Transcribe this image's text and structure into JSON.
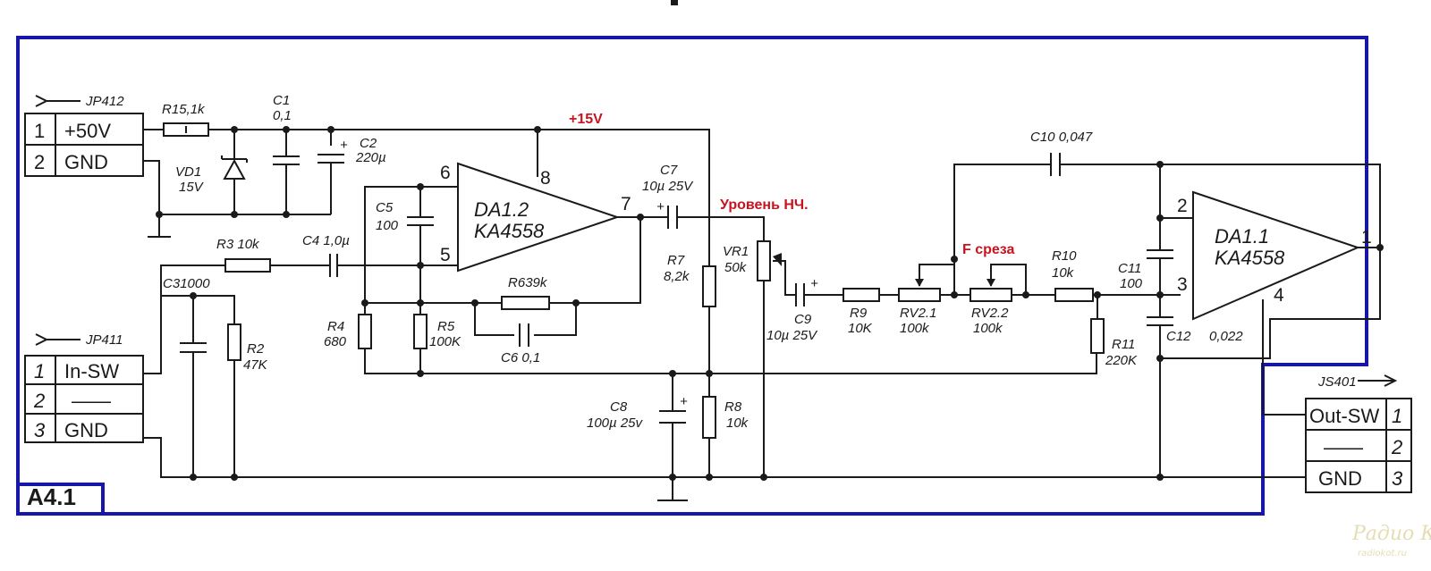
{
  "board": {
    "name": "A4.1"
  },
  "rail": {
    "label": "+15V",
    "color": "#c8141e"
  },
  "frame_color": "#1616a8",
  "connectors": {
    "jp412": {
      "name": "JP412",
      "pins": [
        {
          "num": "1",
          "label": "+50V"
        },
        {
          "num": "2",
          "label": "GND"
        }
      ]
    },
    "jp411": {
      "name": "JP411",
      "pins": [
        {
          "num": "1",
          "label": "In-SW"
        },
        {
          "num": "2",
          "label": "——"
        },
        {
          "num": "3",
          "label": "GND"
        }
      ]
    },
    "js401": {
      "name": "JS401",
      "pins": [
        {
          "num": "1",
          "label": "Out-SW"
        },
        {
          "num": "2",
          "label": "——"
        },
        {
          "num": "3",
          "label": "GND"
        }
      ]
    }
  },
  "opamps": {
    "da12": {
      "name": "DA1.2",
      "part": "KA4558",
      "pins": {
        "inv": "6",
        "noninv": "5",
        "out": "7",
        "vcc": "8"
      }
    },
    "da11": {
      "name": "DA1.1",
      "part": "KA4558",
      "pins": {
        "inv": "2",
        "noninv": "3",
        "out": "1",
        "vee": "4"
      }
    }
  },
  "components": {
    "r1": {
      "ref": "R1",
      "value": "5,1k"
    },
    "c1": {
      "ref": "C1",
      "value": "0,1"
    },
    "c2": {
      "ref": "C2",
      "value": "220µ",
      "polarity": "+"
    },
    "vd1": {
      "ref": "VD1",
      "value": "15V"
    },
    "c5": {
      "ref": "C5",
      "value": "100"
    },
    "r3": {
      "ref": "R3",
      "value": "10k"
    },
    "c4": {
      "ref": "C4",
      "value": "1,0µ"
    },
    "c3": {
      "ref": "C3",
      "value": "1000"
    },
    "r2": {
      "ref": "R2",
      "value": "47K"
    },
    "r4": {
      "ref": "R4",
      "value": "680"
    },
    "r5": {
      "ref": "R5",
      "value": "100K"
    },
    "r6": {
      "ref": "R6",
      "value": "39k"
    },
    "c6": {
      "ref": "C6",
      "value": "0,1"
    },
    "c7": {
      "ref": "C7",
      "value": "10µ 25V",
      "polarity": "+"
    },
    "r7": {
      "ref": "R7",
      "value": "8,2k"
    },
    "vr1": {
      "ref": "VR1",
      "value": "50k"
    },
    "c8": {
      "ref": "C8",
      "value": "100µ 25v",
      "polarity": "+"
    },
    "r8": {
      "ref": "R8",
      "value": "10k"
    },
    "c9": {
      "ref": "C9",
      "value": "10µ 25V",
      "polarity": "+"
    },
    "r9": {
      "ref": "R9",
      "value": "10K"
    },
    "rv21": {
      "ref": "RV2.1",
      "value": "100k"
    },
    "rv22": {
      "ref": "RV2.2",
      "value": "100k"
    },
    "r10": {
      "ref": "R10",
      "value": "10k"
    },
    "r11": {
      "ref": "R11",
      "value": "220K"
    },
    "c10": {
      "ref": "C10",
      "value": "0,047"
    },
    "c11": {
      "ref": "C11",
      "value": "100"
    },
    "c12": {
      "ref": "C12",
      "value": "0,022"
    }
  },
  "annotations": {
    "level": {
      "text": "Уровень НЧ.",
      "color": "#c8141e"
    },
    "cutoff": {
      "text": "F среза",
      "color": "#c8141e"
    }
  },
  "watermark": {
    "line1": "Радио КОТ",
    "line2": "radiokot.ru"
  }
}
